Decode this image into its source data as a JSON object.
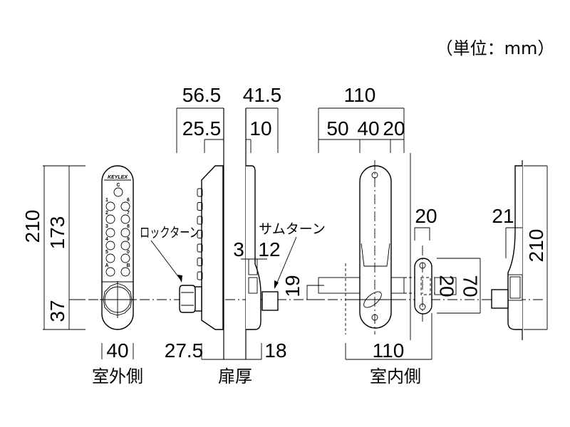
{
  "unit_label": "（単位：mm）",
  "captions": {
    "outdoor": "室外側",
    "door_thickness": "扉厚",
    "indoor": "室内側"
  },
  "callouts": {
    "lock_turn": "ロックターン",
    "thumb_turn": "サムターン"
  },
  "keypad": {
    "logo": "KEYLEX",
    "top_key": "C",
    "left_keys": [
      "1",
      "2",
      "3",
      "4",
      "5",
      "A"
    ],
    "right_keys": [
      "6",
      "7",
      "8",
      "9",
      "0",
      "B"
    ]
  },
  "dims": {
    "overall_height_left": "210",
    "keypad_height": "173",
    "knob_height": "37",
    "front_width": "40",
    "outer_depth": "56.5",
    "outer_inner_depth": "25.5",
    "inner_depth": "41.5",
    "inner_sub": "10",
    "lever_total": "110",
    "lever_a": "50",
    "lever_b": "40",
    "lever_c": "20",
    "gap_3": "3",
    "gap_12": "12",
    "turn_19": "19",
    "bottom_27_5": "27.5",
    "bottom_18": "18",
    "bottom_110": "110",
    "strike_width": "20",
    "strike_20": "20",
    "strike_70": "70",
    "side_21": "21",
    "overall_height_right": "210"
  }
}
